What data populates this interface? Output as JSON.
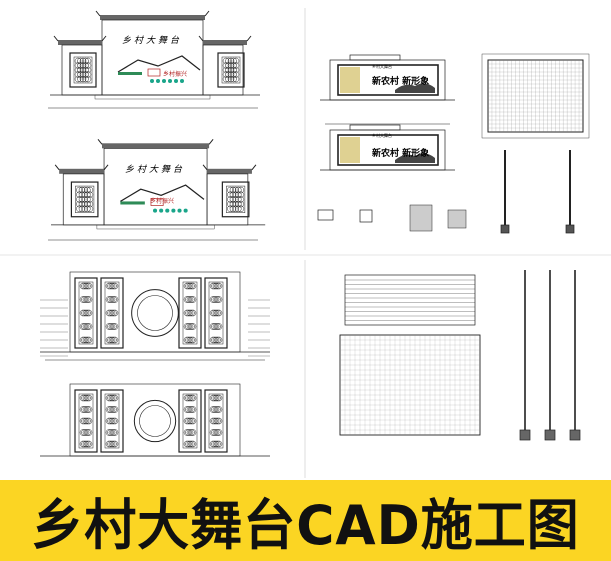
{
  "banner": {
    "title": "乡村大舞台CAD施工图",
    "background": "#fbd523"
  },
  "drawings": {
    "stage_wall_text": "乡村大舞台",
    "sign_text": "乡村振兴",
    "mural_text": "新农村 新形象",
    "small_stage_text": "乡村大舞台"
  },
  "colors": {
    "line": "#222222",
    "green": "#2e8b57",
    "teal": "#1aa58a",
    "red": "#b22222",
    "divider": "#dddddd"
  }
}
